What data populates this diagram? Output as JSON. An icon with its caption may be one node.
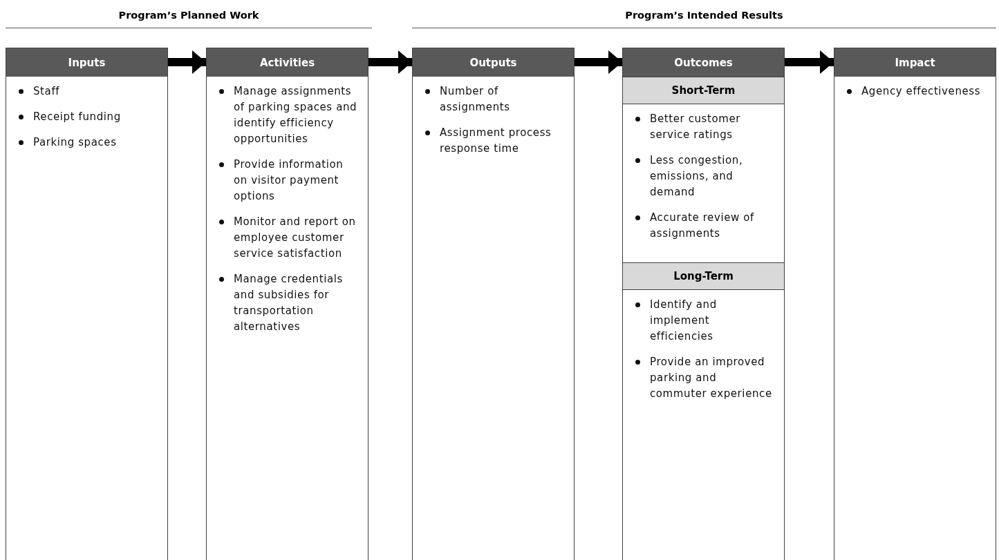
{
  "diagram": {
    "nodes": [
      {
        "text": [
          "Inputs",
          "Staff",
          "Receipt funding",
          "Parking spaces"
        ]
      },
      {
        "text": [
          "Activities",
          "Manage assignments of parking spaces and identify efficiency opportunities",
          "Provide information on visitor payment options",
          "Monitor and report on employee customer service satisfaction",
          "Manage credentials and subsidies for transportation alternatives"
        ]
      },
      {
        "text": [
          "Outputs",
          "Number of assignments",
          "Assignment process response time"
        ]
      },
      {
        "text": [
          "Outcomes"
        ]
      },
      {
        "text": [
          "Short-Term",
          "Better customer service ratings",
          "Less congestion, emissions, and demand",
          "Accurate review of assignments"
        ],
        "in": 3
      },
      {
        "text": [
          "Long-Term",
          "Identify and implement efficiencies",
          "Provide an improved parking and commuter experience"
        ],
        "in": 3
      },
      {
        "text": [
          "Impact",
          "Agency effectiveness"
        ]
      }
    ],
    "edges": [
      {
        "from": 0,
        "to": 1,
        "arrow": "to"
      },
      {
        "from": 1,
        "to": 2,
        "arrow": "to"
      },
      {
        "from": 2,
        "to": 3,
        "arrow": "to"
      },
      {
        "from": 3,
        "to": 6,
        "arrow": "to"
      }
    ],
    "labels": [
      "Program’s Planned Work",
      "Program’s Intended Results"
    ]
  }
}
